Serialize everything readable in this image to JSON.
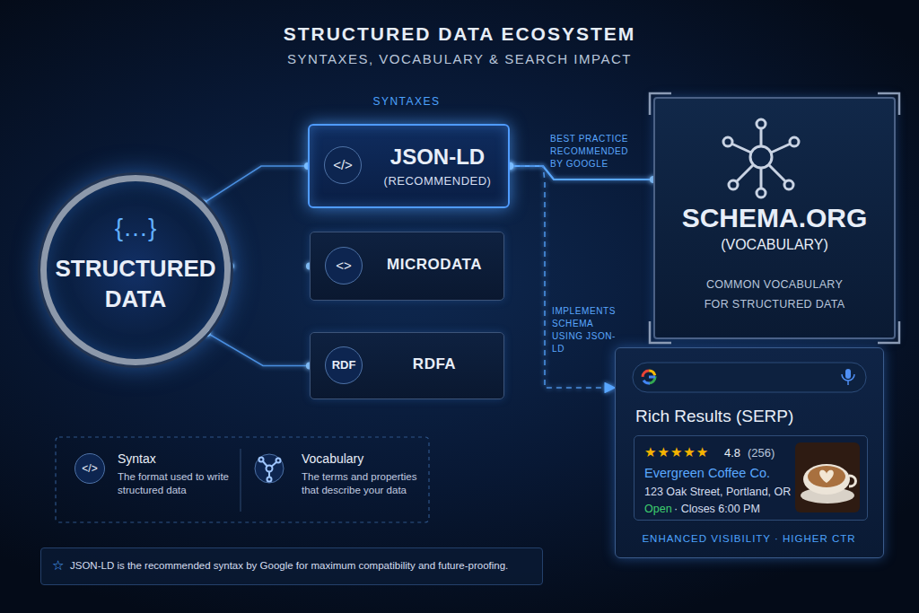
{
  "diagram": {
    "title": "STRUCTURED DATA ECOSYSTEM",
    "nodes": [
      {
        "text": [
          "{…}",
          "STRUCTURED DATA"
        ]
      },
      {
        "text": [
          "</>",
          "JSON-LD",
          "(RECOMMENDED)"
        ]
      },
      {
        "text": [
          "<>",
          "MICRODATA"
        ]
      },
      {
        "text": [
          "RDF",
          "RDFA"
        ]
      },
      {
        "text": [
          "SCHEMA.ORG",
          "(VOCABULARY)",
          "COMMON VOCABULARY FOR STRUCTURED DATA"
        ]
      },
      {
        "text": [
          "Rich Results (SERP)",
          "ENHANCED VISIBILITY · HIGHER CTR"
        ]
      },
      {
        "text": [
          "★★★★★",
          "4.8",
          "(256)",
          "Evergreen Coffee Co.",
          "123 Oak Street, Portland, OR",
          "Open",
          "· Closes 6:00 PM"
        ],
        "in": 5
      },
      {
        "text": [
          "</>",
          "Syntax",
          "The format used to write structured data"
        ]
      },
      {
        "text": [
          "Vocabulary",
          "The terms and properties that describe your data"
        ]
      },
      {
        "text": [
          "☆",
          "JSON-LD is the recommended syntax by Google for maximum compatibility and future-proofing."
        ]
      }
    ],
    "edges": [
      {
        "from": 0,
        "to": 1,
        "arrow": "none"
      },
      {
        "from": 0,
        "to": 2,
        "arrow": "none"
      },
      {
        "from": 0,
        "to": 3,
        "arrow": "none"
      },
      {
        "from": 1,
        "to": 4,
        "label": "BEST PRACTICE RECOMMENDED BY GOOGLE",
        "arrow": "none"
      },
      {
        "from": 1,
        "to": 5,
        "label": "IMPLEMENTS SCHEMA USING JSON-LD",
        "arrow": "to"
      }
    ],
    "labels": [
      "SYNTAXES, VOCABULARY & SEARCH IMPACT",
      "SYNTAXES"
    ]
  }
}
